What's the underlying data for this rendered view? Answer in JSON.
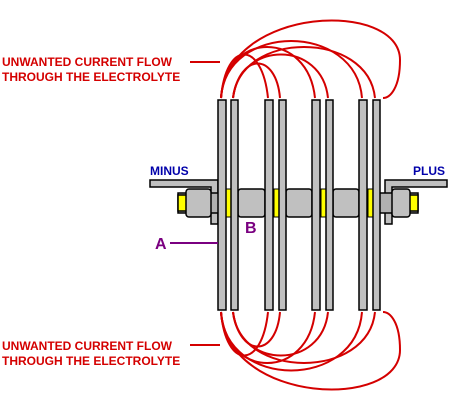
{
  "labels": {
    "top_line1": "UNWANTED CURRENT FLOW",
    "top_line2": "THROUGH THE ELECTROLYTE",
    "bottom_line1": "UNWANTED CURRENT FLOW",
    "bottom_line2": "THROUGH THE ELECTROLYTE",
    "minus": "MINUS",
    "plus": "PLUS",
    "a": "A",
    "b": "B"
  },
  "colors": {
    "current_flow": "#d40000",
    "terminal_label": "#0000aa",
    "part_label": "#7a0080",
    "plate": "#c0c0c0",
    "insulator": "#ffff00"
  }
}
